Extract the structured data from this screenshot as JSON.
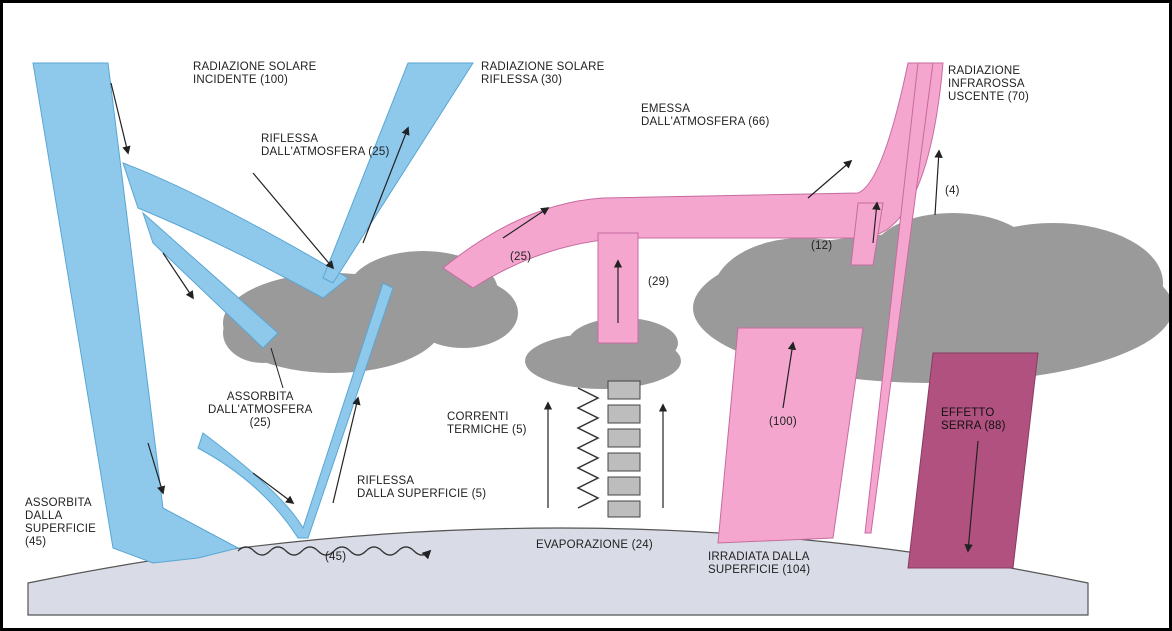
{
  "diagram": {
    "colors": {
      "solar": "#8ec9ec",
      "solar_edge": "#5aa6d4",
      "infrared": "#f4a6cf",
      "infrared_edge": "#c76b9f",
      "greenhouse": "#b0517f",
      "cloud": "#9a9a9a",
      "ground": "#d9dbe6"
    },
    "labels": {
      "incident": "RADIAZIONE SOLARE\nINCIDENTE (100)",
      "reflected_solar": "RADIAZIONE SOLARE\nRIFLESSA (30)",
      "reflected_atm": "RIFLESSA\nDALL'ATMOSFERA (25)",
      "absorbed_atm": "ASSORBITA\nDALL'ATMOSFERA\n(25)",
      "absorbed_surface": "ASSORBITA\nDALLA\nSUPERFICIE\n(45)",
      "reflected_surface": "RIFLESSA\nDALLA SUPERFICIE (5)",
      "surface_45": "(45)",
      "thermal": "CORRENTI\nTERMICHE (5)",
      "evaporation": "EVAPORAZIONE (24)",
      "emitted_atm": "EMESSA\nDALL'ATMOSFERA (66)",
      "outgoing_ir": "RADIAZIONE\nINFRAROSSA\nUSCENTE (70)",
      "ir_25": "(25)",
      "ir_29": "(29)",
      "ir_12": "(12)",
      "ir_4": "(4)",
      "irradiated_100": "(100)",
      "irradiated_surface": "IRRADIATA DALLA\nSUPERFICIE (104)",
      "greenhouse": "EFFETTO\nSERRA (88)"
    }
  }
}
